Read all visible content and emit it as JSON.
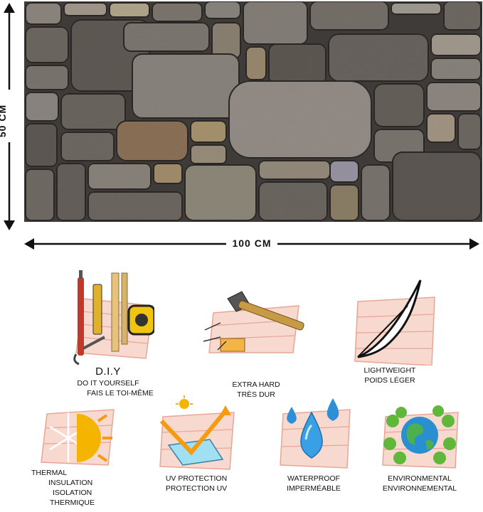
{
  "product": {
    "width_label": "100 CM",
    "height_label": "50 CM"
  },
  "features": {
    "diy": {
      "title": "D.I.Y",
      "line1": "DO IT YOURSELF",
      "line2": "FAIS LE TOI-MÊME",
      "icon": "tools-icon"
    },
    "hard": {
      "line1": "EXTRA HARD",
      "line2": "TRÈS DUR",
      "icon": "hammer-icon"
    },
    "light": {
      "line1": "LIGHTWEIGHT",
      "line2": "POIDS LÉGER",
      "icon": "feather-icon"
    },
    "thermal": {
      "line1": "THERMAL",
      "line2": "INSULATION",
      "line3": "ISOLATION",
      "line4": "THERMIQUE",
      "icon": "sun-snowflake-icon"
    },
    "uv": {
      "line1": "UV PROTECTION",
      "line2": "PROTECTION UV",
      "icon": "uv-shield-icon"
    },
    "water": {
      "line1": "WATERPROOF",
      "line2": "IMPERMÉABLE",
      "icon": "water-drops-icon"
    },
    "eco": {
      "line1": "ENVIRONMENTAL",
      "line2": "ENVIRONNEMENTAL",
      "icon": "globe-leaves-icon"
    }
  },
  "colors": {
    "brick_fill": "#f7d9cf",
    "brick_line": "#e9a596",
    "stone_dark": "#5e5a56",
    "stone_mid": "#8c857c",
    "arrow": "#111111"
  }
}
